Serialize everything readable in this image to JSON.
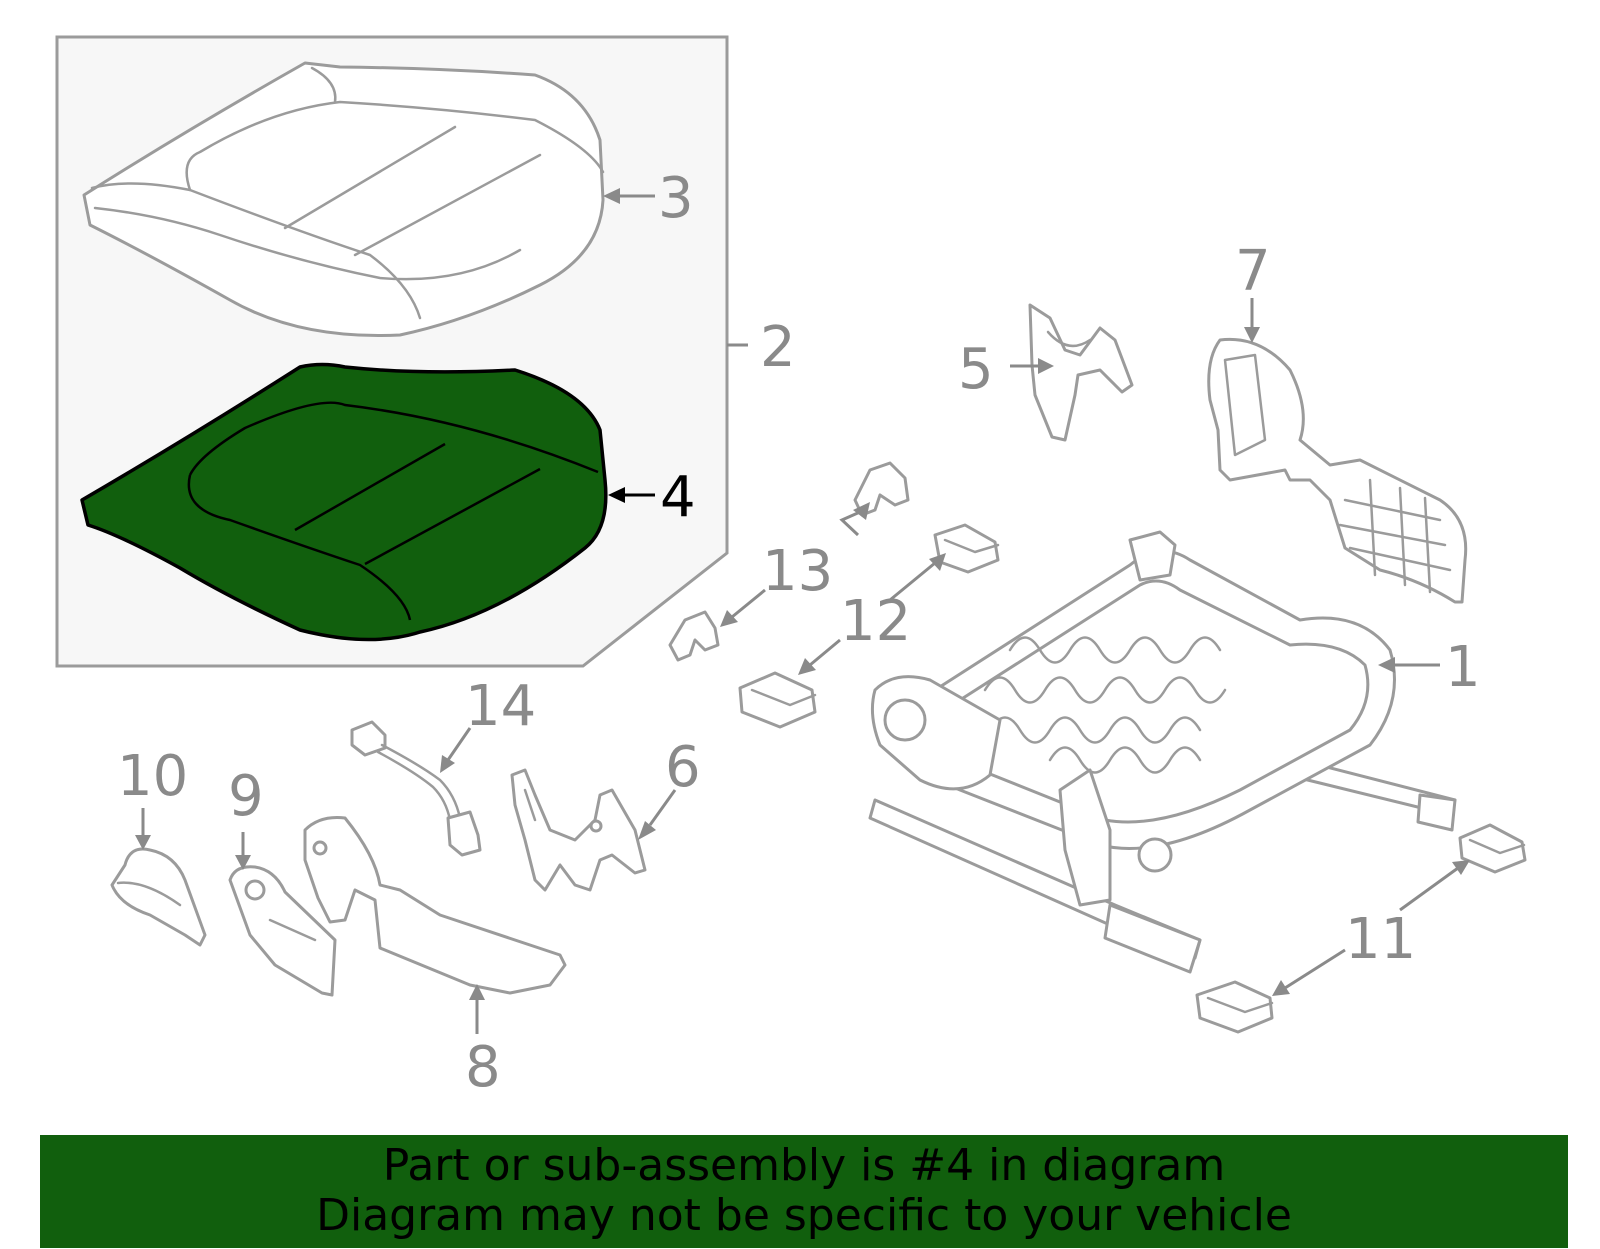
{
  "diagram": {
    "callouts": [
      {
        "id": "1",
        "text": "1"
      },
      {
        "id": "2",
        "text": "2"
      },
      {
        "id": "3",
        "text": "3"
      },
      {
        "id": "4",
        "text": "4"
      },
      {
        "id": "5",
        "text": "5"
      },
      {
        "id": "6",
        "text": "6"
      },
      {
        "id": "7",
        "text": "7"
      },
      {
        "id": "8",
        "text": "8"
      },
      {
        "id": "9",
        "text": "9"
      },
      {
        "id": "10",
        "text": "10"
      },
      {
        "id": "11",
        "text": "11"
      },
      {
        "id": "12",
        "text": "12"
      },
      {
        "id": "13",
        "text": "13"
      },
      {
        "id": "14",
        "text": "14"
      }
    ],
    "highlighted_part": "4",
    "colors": {
      "highlight_fill": "#115f0d",
      "line": "#9b9b9b",
      "label": "#8a8a8a",
      "box_background": "#f7f7f7"
    }
  },
  "banner": {
    "line1": "Part or sub-assembly is #4 in diagram",
    "line2": "Diagram may not be specific to your vehicle",
    "background": "#115f0d"
  }
}
